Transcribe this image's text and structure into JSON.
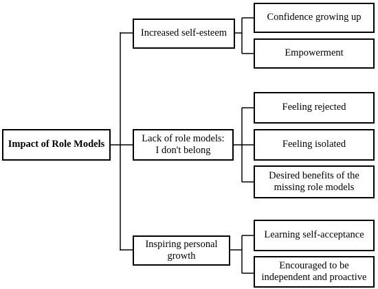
{
  "root": {
    "label": "Impact of Role Models"
  },
  "branches": [
    {
      "label": "Increased self-esteem",
      "children": [
        "Confidence growing up",
        "Empowerment"
      ]
    },
    {
      "label": "Lack of role models:\nI don't belong",
      "children": [
        "Feeling rejected",
        "Feeling isolated",
        "Desired benefits of the\nmissing role models"
      ]
    },
    {
      "label": "Inspiring personal\ngrowth",
      "children": [
        "Learning self-acceptance",
        "Encouraged to be\nindependent and proactive"
      ]
    }
  ],
  "colors": {
    "stroke": "#000000",
    "fill": "#ffffff"
  }
}
